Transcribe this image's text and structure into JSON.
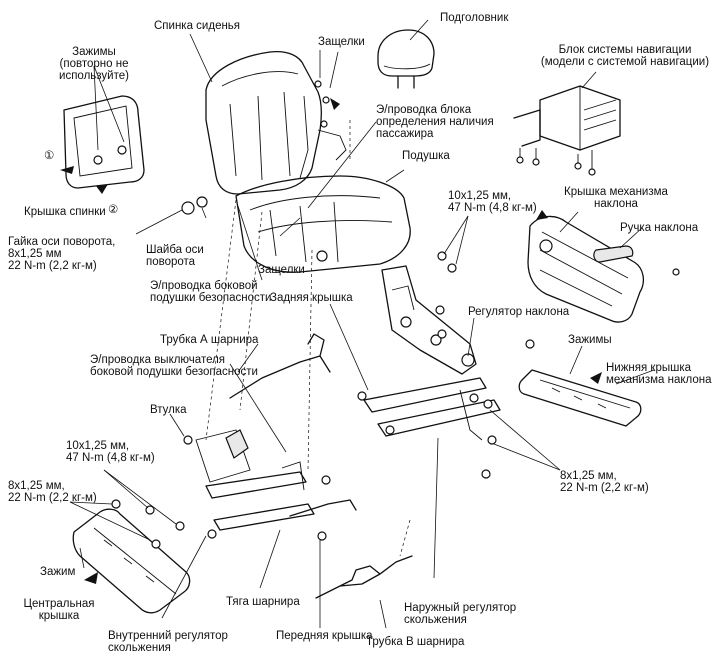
{
  "labels": {
    "seat_back": "Спинка сиденья",
    "headrest": "Подголовник",
    "clips_reuse": "Зажимы\n(повторно не используйте)",
    "latches_top": "Защелки",
    "nav_unit": "Блок системы навигации\n(модели с системой навигации)",
    "occupant_wiring": "Э/проводка блока\nопределения наличия\nпассажира",
    "cushion": "Подушка",
    "back_cover": "Крышка спинки",
    "num_1": "①",
    "num_2": "②",
    "bolt_spec_upper": "10x1,25 мм,\n47 N-m (4,8 кг-м)",
    "recline_cover": "Крышка механизма\nнаклона",
    "pivot_nut": "Гайка оси поворота,\n8x1,25 мм\n22 N-m (2,2 кг-м)",
    "pivot_washer": "Шайба оси\nповорота",
    "recline_handle": "Ручка наклона",
    "latches_bottom": "Защелки",
    "side_airbag_wiring": "Э/проводка боковой\nподушки безопасности",
    "rear_cover": "Задняя крышка",
    "recline_adjuster": "Регулятор наклона",
    "tube_a": "Трубка А шарнира",
    "airbag_switch_wiring": "Э/проводка выключателя\nбоковой подушки безопасности",
    "clips_right": "Зажимы",
    "lower_recline_cover": "Нижняя крышка\nмеханизма наклона",
    "bushing": "Втулка",
    "bolt_spec_left": "10x1,25 мм,\n47 N-m (4,8 кг-м)",
    "bolt_spec_8_left": "8x1,25 мм,\n22 N-m (2,2 кг-м)",
    "bolt_spec_8_right": "8x1,25 мм,\n22 N-m (2,2 кг-м)",
    "clip": "Зажим",
    "center_cover": "Центральная\nкрышка",
    "link_rod": "Тяга шарнира",
    "inner_slide": "Внутренний регулятор\nскольжения",
    "front_cover": "Передняя крышка",
    "tube_b": "Трубка В шарнира",
    "outer_slide": "Наружный регулятор\nскольжения"
  }
}
